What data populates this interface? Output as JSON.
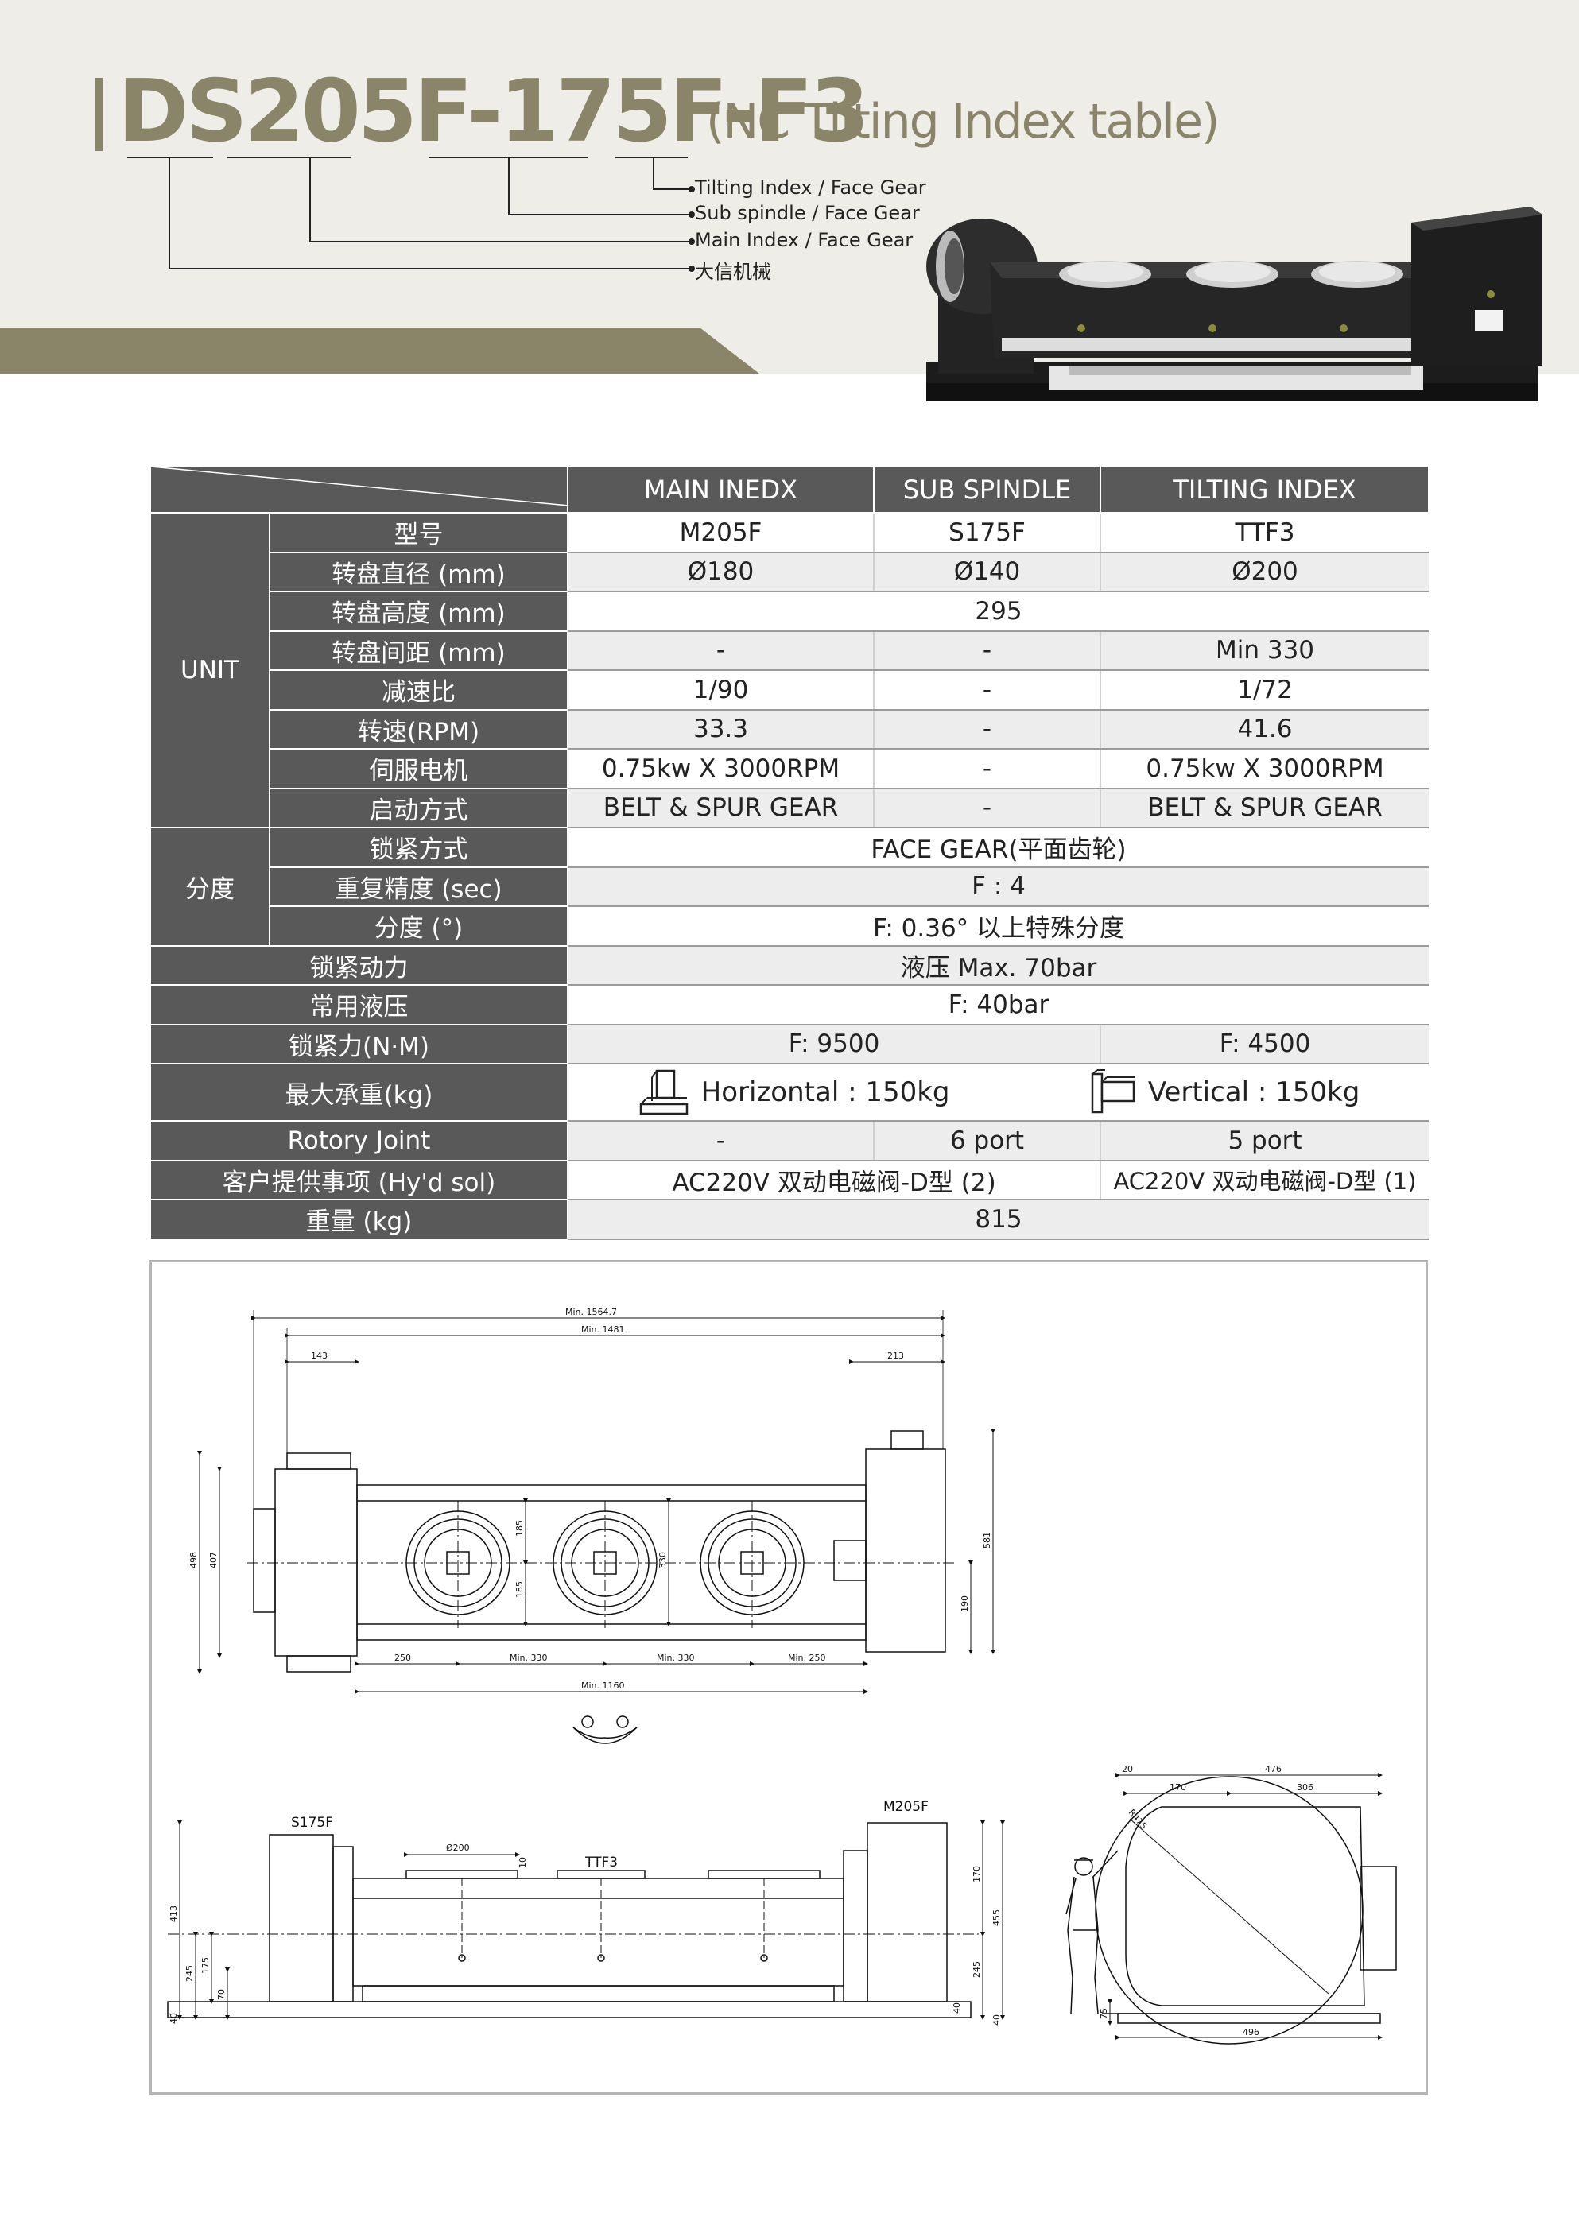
{
  "header": {
    "model": "DS205F-175F-F3",
    "subtitle": "(NC Tilting Index table)",
    "code_labels": [
      "Tilting Index / Face Gear",
      "Sub spindle / Face Gear",
      "Main Index / Face Gear",
      "大信机械"
    ]
  },
  "colors": {
    "accent": "#8a8468",
    "header_bg": "#eeede7",
    "table_dark": "#595959",
    "row_alt": "#ededed"
  },
  "table": {
    "columns": [
      "MAIN INEDX",
      "SUB SPINDLE",
      "TILTING INDEX"
    ],
    "groups": {
      "unit": "UNIT",
      "division": "分度"
    },
    "rows": [
      {
        "label": "型号",
        "main": "M205F",
        "sub": "S175F",
        "tilt": "TTF3"
      },
      {
        "label": "转盘直径 (mm)",
        "main": "Ø180",
        "sub": "Ø140",
        "tilt": "Ø200"
      },
      {
        "label": "转盘高度 (mm)",
        "span_all": "295"
      },
      {
        "label": "转盘间距 (mm)",
        "main": "-",
        "sub": "-",
        "tilt": "Min 330"
      },
      {
        "label": "减速比",
        "main": "1/90",
        "sub": "-",
        "tilt": "1/72"
      },
      {
        "label": "转速(RPM)",
        "main": "33.3",
        "sub": "-",
        "tilt": "41.6"
      },
      {
        "label": "伺服电机",
        "main": "0.75kw X 3000RPM",
        "sub": "-",
        "tilt": "0.75kw X 3000RPM"
      },
      {
        "label": "启动方式",
        "main": "BELT & SPUR GEAR",
        "sub": "-",
        "tilt": "BELT & SPUR GEAR"
      },
      {
        "label": "锁紧方式",
        "span_all": "FACE GEAR(平面齿轮)"
      },
      {
        "label": "重复精度 (sec)",
        "span_all": "F : 4"
      },
      {
        "label": "分度 (°)",
        "span_all": "F: 0.36° 以上特殊分度"
      },
      {
        "label": "锁紧动力",
        "span_all": "液压 Max. 70bar"
      },
      {
        "label": "常用液压",
        "span_all": "F: 40bar"
      },
      {
        "label": "锁紧力(N·M)",
        "main_sub": "F: 9500",
        "tilt": "F: 4500"
      },
      {
        "label": "最大承重(kg)",
        "horizontal": "Horizontal : 150kg",
        "vertical": "Vertical : 150kg"
      },
      {
        "label": "Rotory Joint",
        "main": "-",
        "sub": "6 port",
        "tilt": "5 port"
      },
      {
        "label": "客户提供事项 (Hy'd sol)",
        "main_sub": "AC220V 双动电磁阀-D型 (2)",
        "tilt": "AC220V 双动电磁阀-D型 (1)"
      },
      {
        "label": "重量 (kg)",
        "span_all": "815"
      }
    ]
  },
  "drawing": {
    "top_view": {
      "overall_length_1": "Min. 1564.7",
      "overall_length_2": "Min. 1481",
      "left_offset": "143",
      "right_offset": "213",
      "height_1": "498",
      "height_2": "407",
      "right_height": "581",
      "right_lower": "190",
      "table_height": "330",
      "half_1": "185",
      "half_2": "185",
      "bottom_dims": [
        "250",
        "Min. 330",
        "Min. 330",
        "Min. 250"
      ],
      "bottom_total": "Min. 1160"
    },
    "front_view": {
      "left_label": "S175F",
      "right_label": "M205F",
      "center_label": "TTF3",
      "plate_dia": "Ø200",
      "plate_gap": "10",
      "left_dims": [
        "413",
        "245",
        "175",
        "70",
        "40"
      ],
      "right_dims": [
        "170",
        "245",
        "455",
        "40",
        "40"
      ]
    },
    "side_view": {
      "top_dims": [
        "20",
        "476",
        "170",
        "306"
      ],
      "radius": "R475",
      "bottom_dim": "496",
      "left_dim": "75"
    }
  }
}
